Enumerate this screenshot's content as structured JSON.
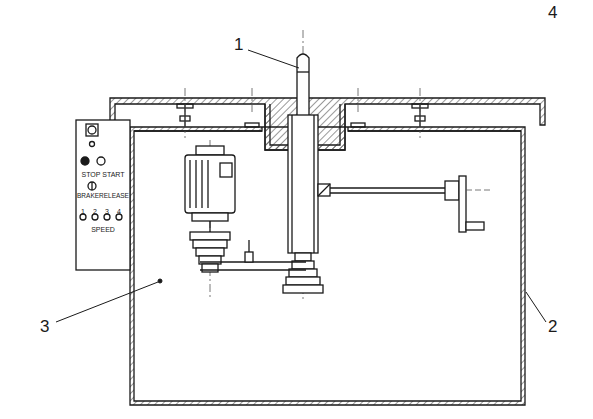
{
  "diagram": {
    "nodes": [
      {
        "text": [
          "STOP START",
          "BRAKERELEASE",
          "1",
          "2",
          "3",
          "4",
          "SPEED"
        ]
      }
    ],
    "labels": [
      "4",
      "1",
      "3",
      "2"
    ]
  }
}
